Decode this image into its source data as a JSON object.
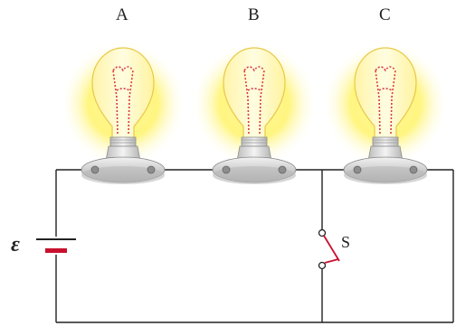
{
  "bulbs": [
    {
      "label": "A"
    },
    {
      "label": "B"
    },
    {
      "label": "C"
    }
  ],
  "battery": {
    "label": "ε"
  },
  "switch": {
    "label": "S",
    "state": "open"
  },
  "colors": {
    "wire": "#222222",
    "glow": "#fff35c",
    "bulb_glass": "#fff8b0",
    "filament": "#d83a4a",
    "socket": "#c9c9c9",
    "battery_plate": "#c8102e"
  }
}
